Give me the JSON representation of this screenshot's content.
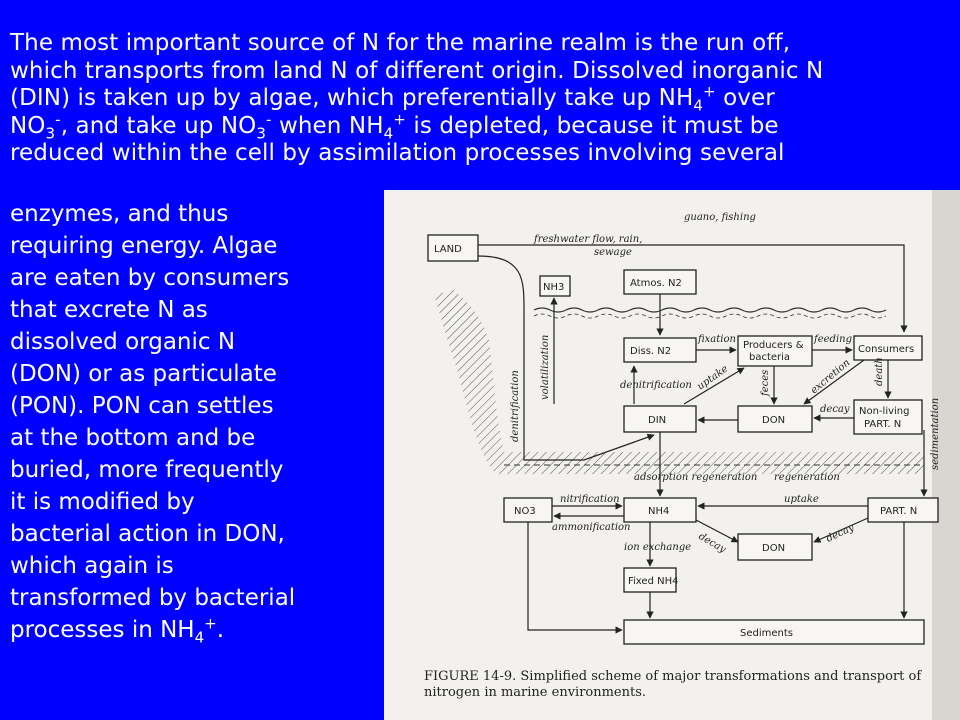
{
  "slide": {
    "top_lines": [
      "The most important source of N for the marine realm is the run off,",
      "which transports from land N of different origin. Dissolved inorganic N",
      "(DIN) is taken up by algae, which preferentially take up NH",
      "NO",
      "reduced within the cell by assimilation processes involving several"
    ],
    "line4_tail": " over",
    "line4b_mid": ", and take up NO",
    "line4b_mid2": " when NH",
    "line4b_tail": " is depleted, because it must be",
    "sub4": "4",
    "sub3": "3",
    "sup_plus": "+",
    "sup_minus": "-",
    "side_lines": [
      "enzymes, and thus",
      "requiring energy. Algae",
      "are eaten by consumers",
      "that excrete N as",
      "dissolved organic N",
      "(DON) or as particulate",
      "(PON). PON can settles",
      "at the bottom and be",
      "buried, more frequently",
      "it is modified by",
      "bacterial action in DON,",
      "which again is",
      "transformed by bacterial",
      "processes in NH"
    ],
    "side_last_tail": "."
  },
  "diagram": {
    "boxes": {
      "land": "LAND",
      "nh3": "NH3",
      "atmos": "Atmos. N2",
      "diss": "Diss. N2",
      "producers_1": "Producers &",
      "producers_2": "bacteria",
      "consumers": "Consumers",
      "din": "DIN",
      "don": "DON",
      "nonliving_1": "Non-living",
      "nonliving_2": "PART. N",
      "no3": "NO3",
      "nh4": "NH4",
      "don2": "DON",
      "partn": "PART. N",
      "fixed": "Fixed NH4",
      "sediments": "Sediments"
    },
    "labels": {
      "guano": "guano, fishing",
      "freshwater": "freshwater flow, rain,",
      "sewage": "sewage",
      "fixation": "fixation",
      "feeding": "feeding",
      "denitrification": "denitrification",
      "uptake": "uptake",
      "excretion": "excretion",
      "death": "death",
      "decay": "decay",
      "volatilization": "volatilization",
      "denitrification_v": "denitrification",
      "sedimentation": "sedimentation",
      "adsorption": "adsorption regeneration",
      "regeneration": "regeneration",
      "nitrification": "nitrification",
      "ammonification": "ammonification",
      "uptake2": "uptake",
      "decay2": "decay",
      "decay3": "decay",
      "ion_exchange": "ion exchange",
      "fecal": "feces"
    },
    "caption_1": "FIGURE 14-9. Simplified scheme of major transformations and transport of",
    "caption_2": "nitrogen in marine environments."
  }
}
